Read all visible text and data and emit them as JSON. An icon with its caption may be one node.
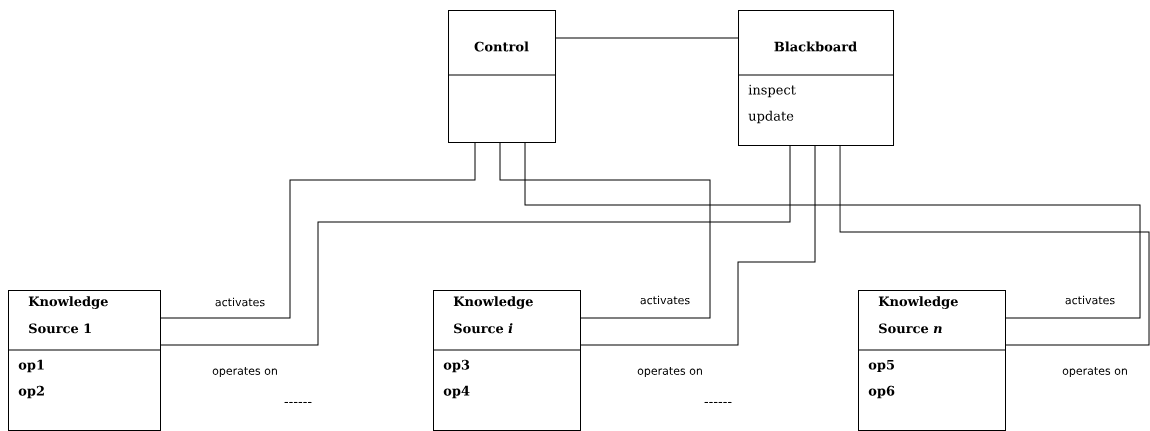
{
  "diagram": {
    "nodes": [
      {
        "text": [
          "Control"
        ]
      },
      {
        "text": [
          "Blackboard",
          "inspect",
          "update"
        ]
      },
      {
        "text": [
          "Knowledge Source 1",
          "op1",
          "op2"
        ]
      },
      {
        "text": [
          "Knowledge Source *i*",
          "op3",
          "op4"
        ]
      },
      {
        "text": [
          "Knowledge Source *n*",
          "op5",
          "op6"
        ]
      }
    ],
    "edges": [
      {
        "from": 0,
        "to": 1,
        "arrow": "none"
      },
      {
        "from": 0,
        "to": 2,
        "arrow": "none",
        "label": "activates"
      },
      {
        "from": 1,
        "to": 2,
        "arrow": "none",
        "label": "operates on"
      },
      {
        "from": 0,
        "to": 3,
        "arrow": "none",
        "label": "activates"
      },
      {
        "from": 1,
        "to": 3,
        "arrow": "none",
        "label": "operates on"
      },
      {
        "from": 0,
        "to": 4,
        "arrow": "none",
        "label": "activates"
      },
      {
        "from": 1,
        "to": 4,
        "arrow": "none",
        "label": "operates on"
      }
    ],
    "labels": [
      "------",
      "------"
    ]
  }
}
